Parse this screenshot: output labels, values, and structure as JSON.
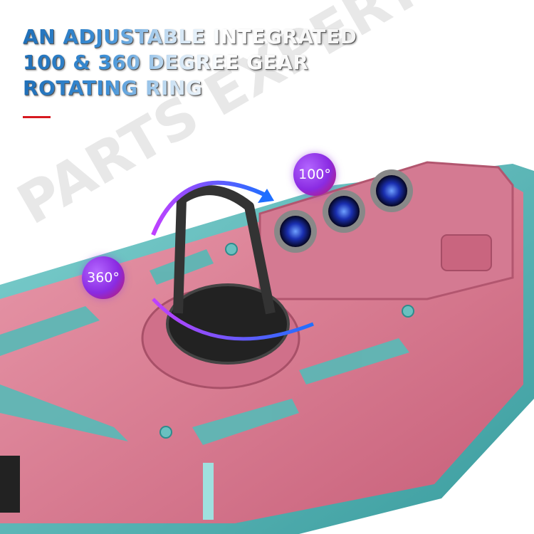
{
  "headline": {
    "lines": [
      "AN ADJUSTABLE INTEGRATED",
      "100 & 360 DEGREE GEAR",
      "ROTATING RING"
    ]
  },
  "badges": {
    "left": "360°",
    "right": "100°"
  },
  "watermark": "PARTS EXPERT",
  "colors": {
    "case_pink": "#d9778e",
    "bumper_teal": "#58b8b8",
    "accent_red": "#d71920",
    "badge_purple": "#8a2be2"
  }
}
